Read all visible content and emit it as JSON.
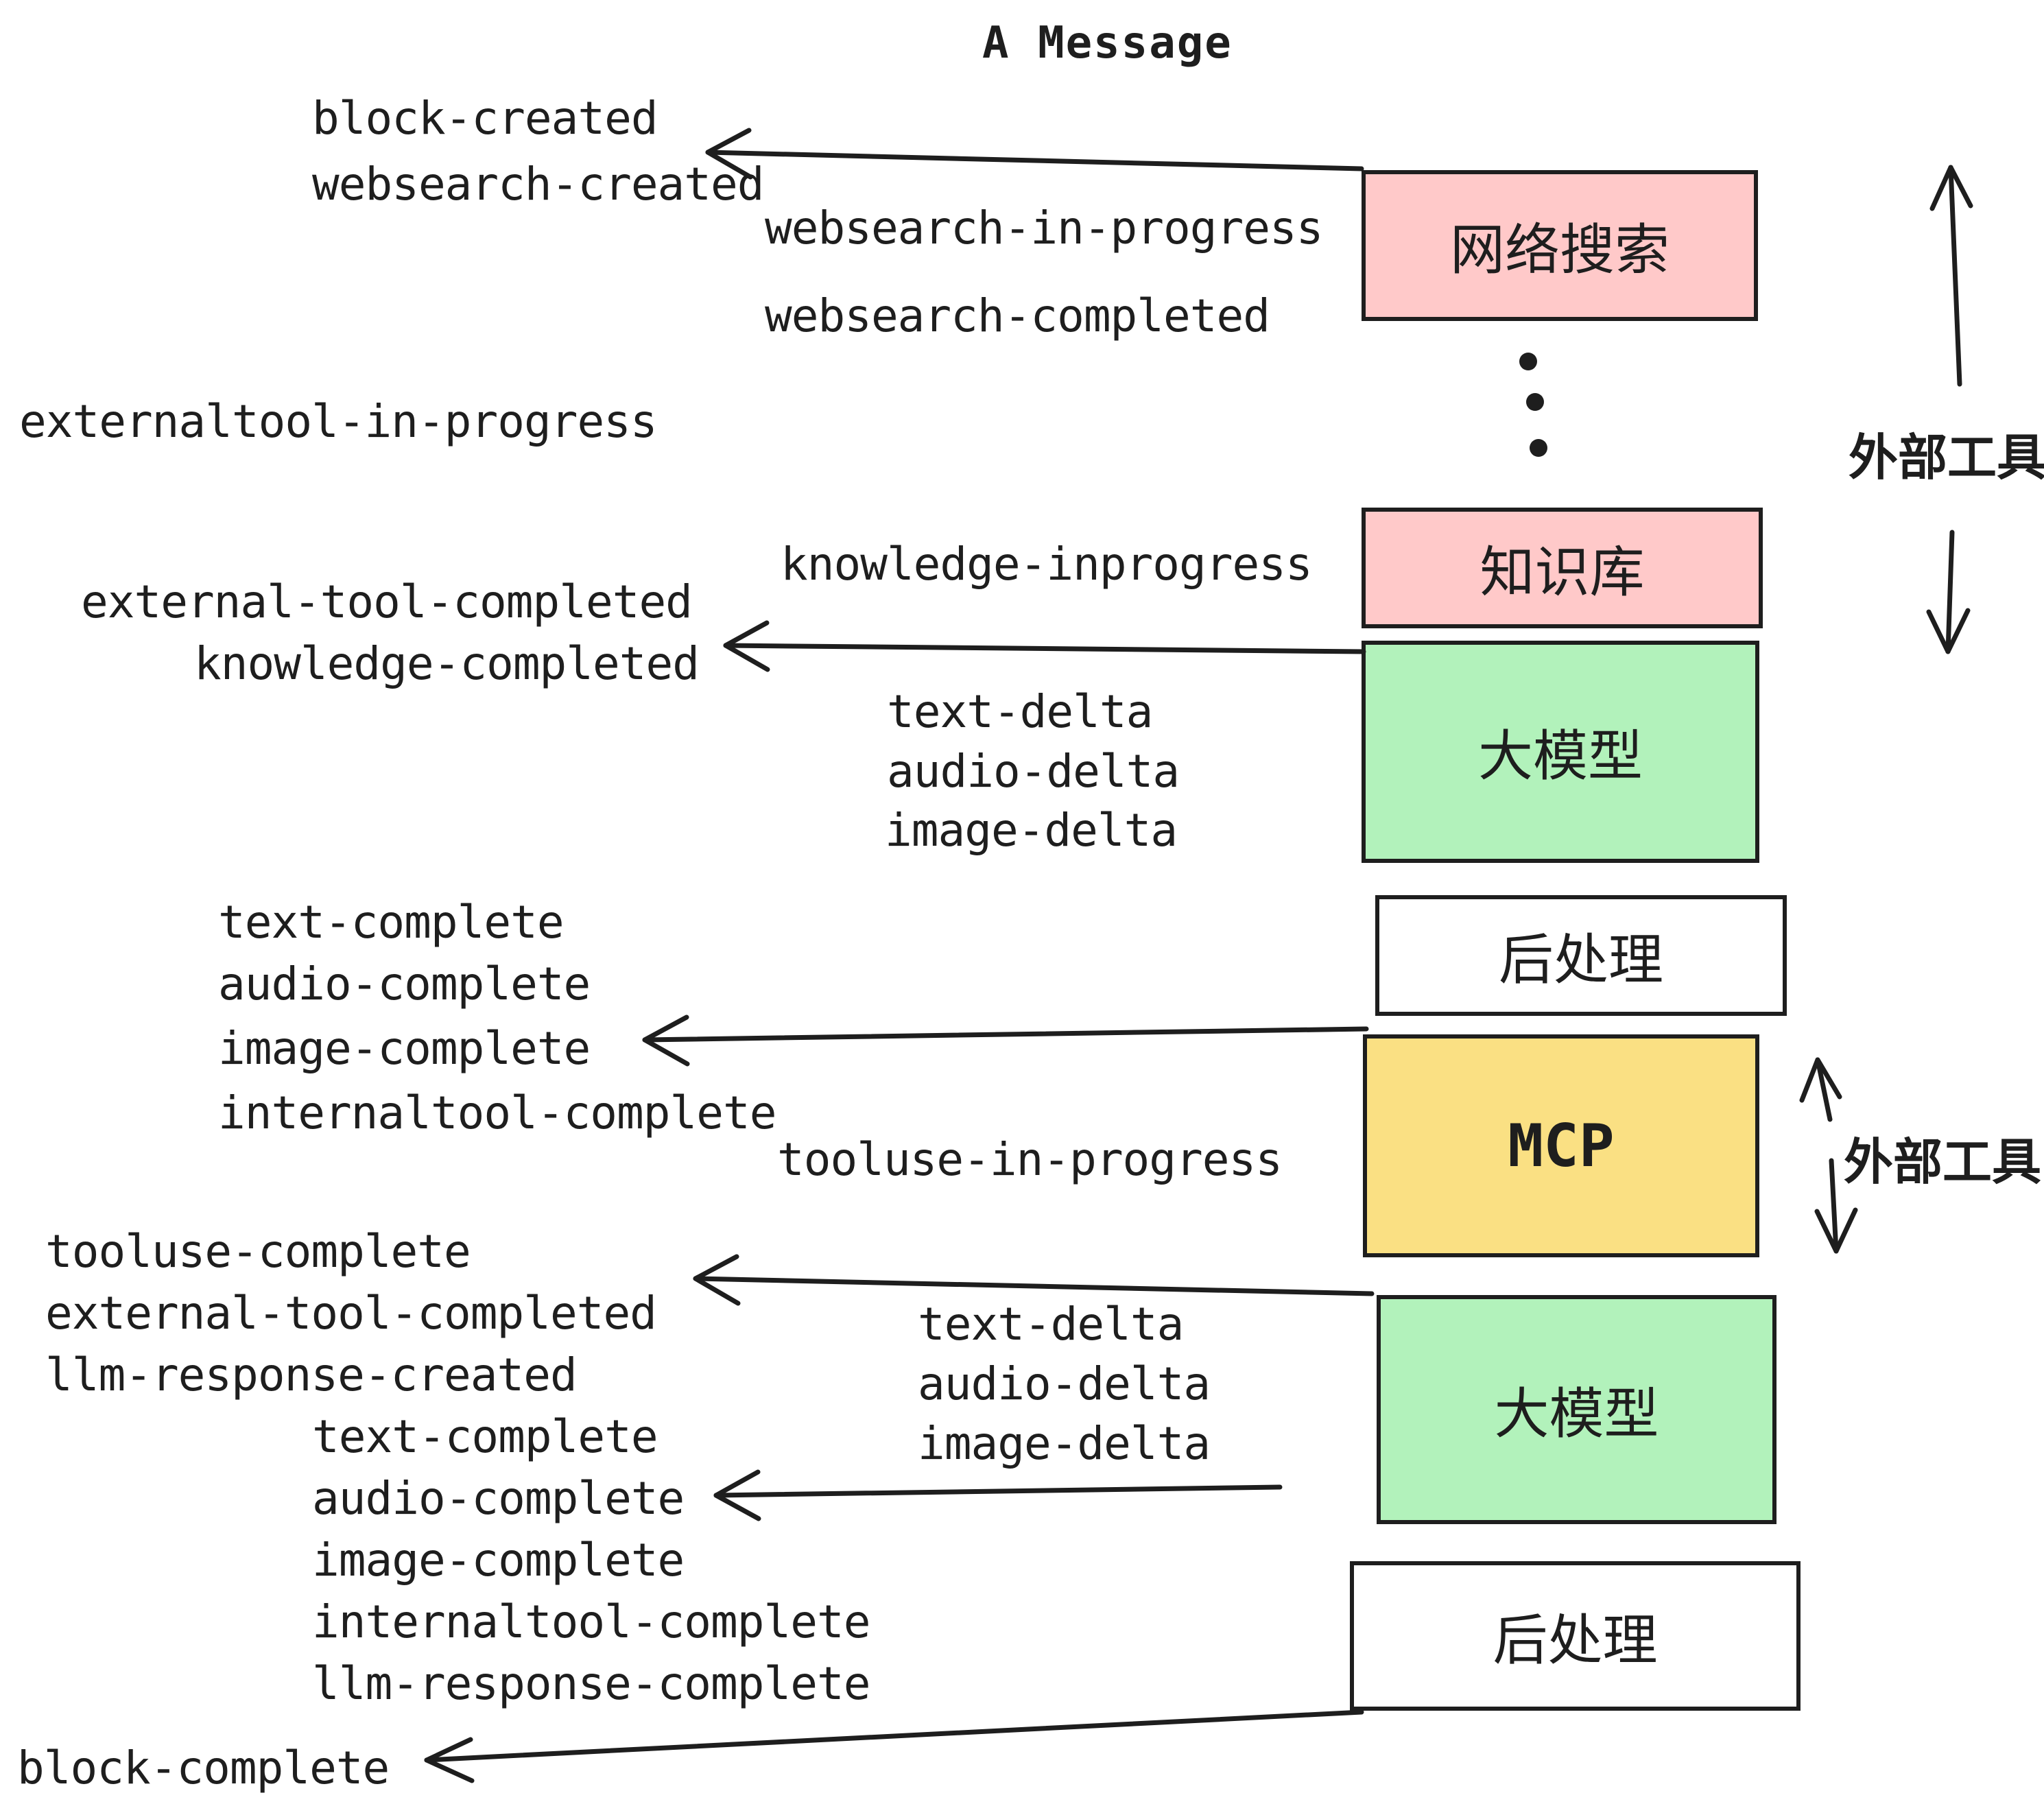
{
  "title": "A Message",
  "colors": {
    "pink": "#ffc9c9",
    "green": "#b2f2bb",
    "yellow": "#fae083",
    "white": "#ffffff",
    "ink": "#1e1e1e"
  },
  "boxes": {
    "websearch": {
      "label": "网络搜索"
    },
    "knowledge": {
      "label": "知识库"
    },
    "llm_top": {
      "label": "大模型"
    },
    "post_top": {
      "label": "后处理"
    },
    "mcp": {
      "label": "MCP"
    },
    "llm_bottom": {
      "label": "大模型"
    },
    "post_bottom": {
      "label": "后处理"
    }
  },
  "side_labels": {
    "external_tools_top": "外部工具",
    "external_tools_bottom": "外部工具"
  },
  "icons": {
    "ellipsis": "vertical-dots"
  },
  "events": {
    "block_created": "block-created",
    "websearch_created": "websearch-created",
    "websearch_in_progress": "websearch-in-progress",
    "websearch_completed": "websearch-completed",
    "externaltool_in_progress": "externaltool-in-progress",
    "knowledge_inprogress": "knowledge-inprogress",
    "external_tool_completed_1": "external-tool-completed",
    "knowledge_completed": "knowledge-completed",
    "text_delta_1": "text-delta",
    "audio_delta_1": "audio-delta",
    "image_delta_1": "image-delta",
    "text_complete_1": "text-complete",
    "audio_complete_1": "audio-complete",
    "image_complete_1": "image-complete",
    "internaltool_complete_1": "internaltool-complete",
    "tooluse_in_progress": "tooluse-in-progress",
    "tooluse_complete": "tooluse-complete",
    "external_tool_completed_2": "external-tool-completed",
    "llm_response_created": "llm-response-created",
    "text_delta_2": "text-delta",
    "audio_delta_2": "audio-delta",
    "image_delta_2": "image-delta",
    "text_complete_2": "text-complete",
    "audio_complete_2": "audio-complete",
    "image_complete_2": "image-complete",
    "internaltool_complete_2": "internaltool-complete",
    "llm_response_complete": "llm-response-complete",
    "block_complete": "block-complete"
  }
}
